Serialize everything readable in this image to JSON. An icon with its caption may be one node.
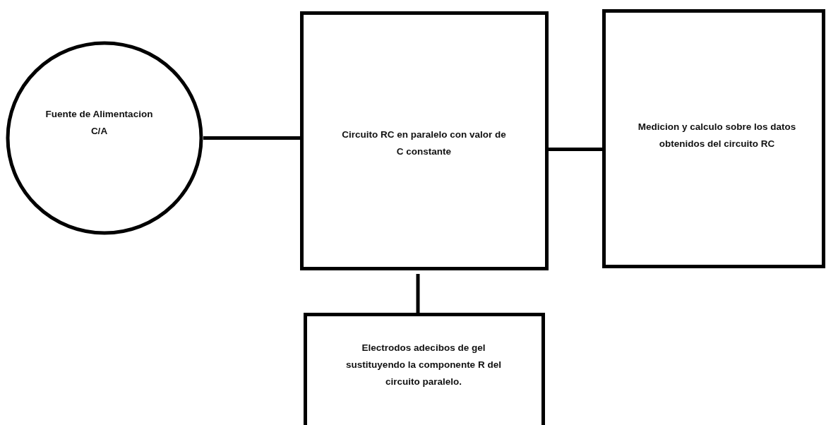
{
  "diagram": {
    "nodes": [
      {
        "text": [
          "Fuente de Alimentacion C/A"
        ]
      },
      {
        "text": [
          "Circuito RC en paralelo con valor de C constante"
        ]
      },
      {
        "text": [
          "Medicion y calculo sobre los datos obtenidos del circuito RC"
        ]
      },
      {
        "text": [
          "Electrodos adecibos de gel sustituyendo la componente R del circuito paralelo."
        ]
      }
    ],
    "edges": [
      {
        "from": 0,
        "to": 1,
        "arrow": "none"
      },
      {
        "from": 1,
        "to": 2,
        "arrow": "none"
      },
      {
        "from": 1,
        "to": 3,
        "arrow": "none"
      }
    ]
  }
}
